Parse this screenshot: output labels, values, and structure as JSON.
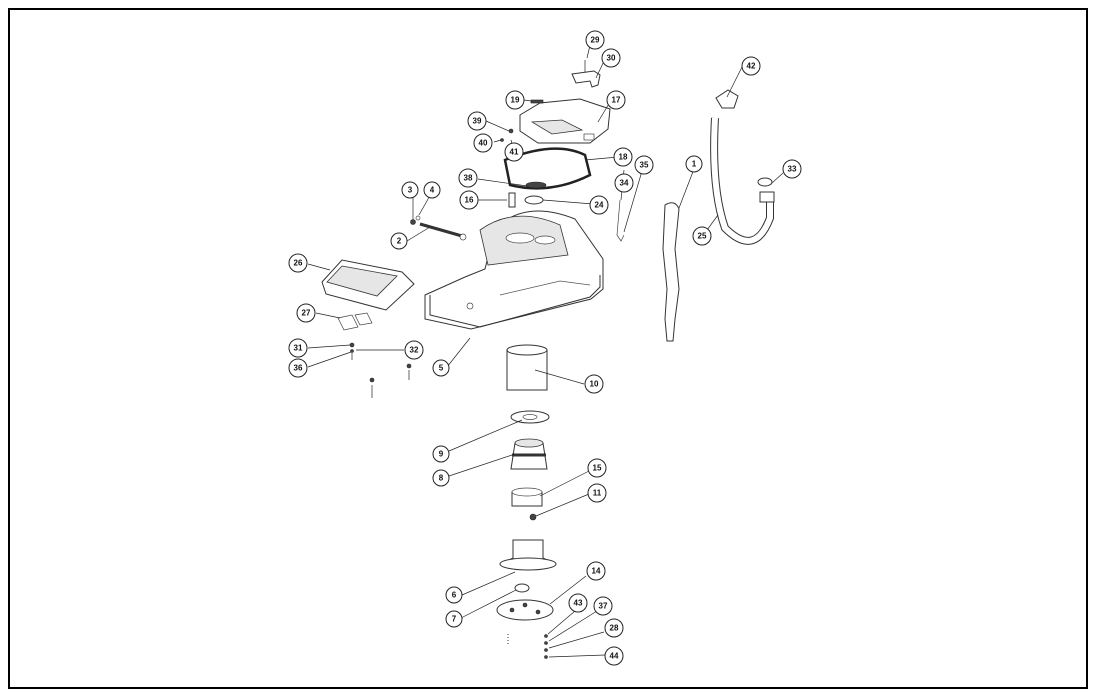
{
  "callouts": [
    {
      "label": "1"
    },
    {
      "label": "2"
    },
    {
      "label": "3"
    },
    {
      "label": "4"
    },
    {
      "label": "5"
    },
    {
      "label": "6"
    },
    {
      "label": "7"
    },
    {
      "label": "8"
    },
    {
      "label": "9"
    },
    {
      "label": "10"
    },
    {
      "label": "11"
    },
    {
      "label": "14"
    },
    {
      "label": "15"
    },
    {
      "label": "16"
    },
    {
      "label": "17"
    },
    {
      "label": "18"
    },
    {
      "label": "19"
    },
    {
      "label": "24"
    },
    {
      "label": "25"
    },
    {
      "label": "26"
    },
    {
      "label": "27"
    },
    {
      "label": "28"
    },
    {
      "label": "29"
    },
    {
      "label": "30"
    },
    {
      "label": "31"
    },
    {
      "label": "32"
    },
    {
      "label": "33"
    },
    {
      "label": "34"
    },
    {
      "label": "35"
    },
    {
      "label": "36"
    },
    {
      "label": "37"
    },
    {
      "label": "38"
    },
    {
      "label": "39"
    },
    {
      "label": "40"
    },
    {
      "label": "41"
    },
    {
      "label": "42"
    },
    {
      "label": "43"
    },
    {
      "label": "44"
    }
  ]
}
